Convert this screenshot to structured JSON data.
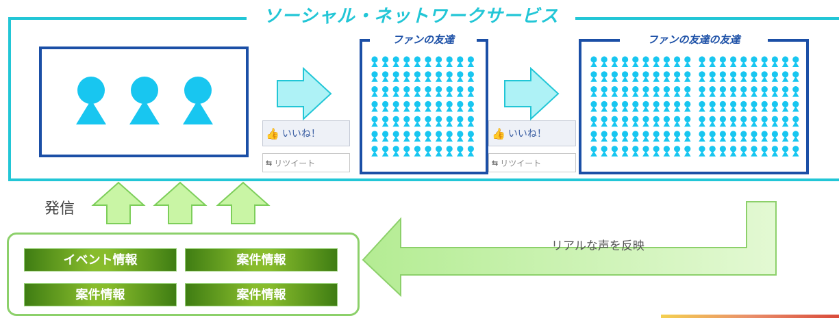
{
  "sns": {
    "title": "ソーシャル・ネットワークサービス"
  },
  "fans": {
    "count": 3
  },
  "friends": {
    "title": "ファンの友達",
    "rows": 7,
    "cols": 10
  },
  "friends_of_friends": {
    "title": "ファンの友達の友達",
    "rows": 7,
    "cols": 20
  },
  "buttons": {
    "like_label": "いいね！",
    "retweet_label": "リツイート"
  },
  "send_label": "発信",
  "reflect_label": "リアルな声を反映",
  "info_buttons": [
    "イベント情報",
    "案件情報",
    "案件情報",
    "案件情報"
  ],
  "colors": {
    "cyan": "#22c6d6",
    "person": "#18c6f0",
    "navy": "#1b4fa6",
    "green": "#8cd06a",
    "dark_green": "#3f7d13"
  }
}
